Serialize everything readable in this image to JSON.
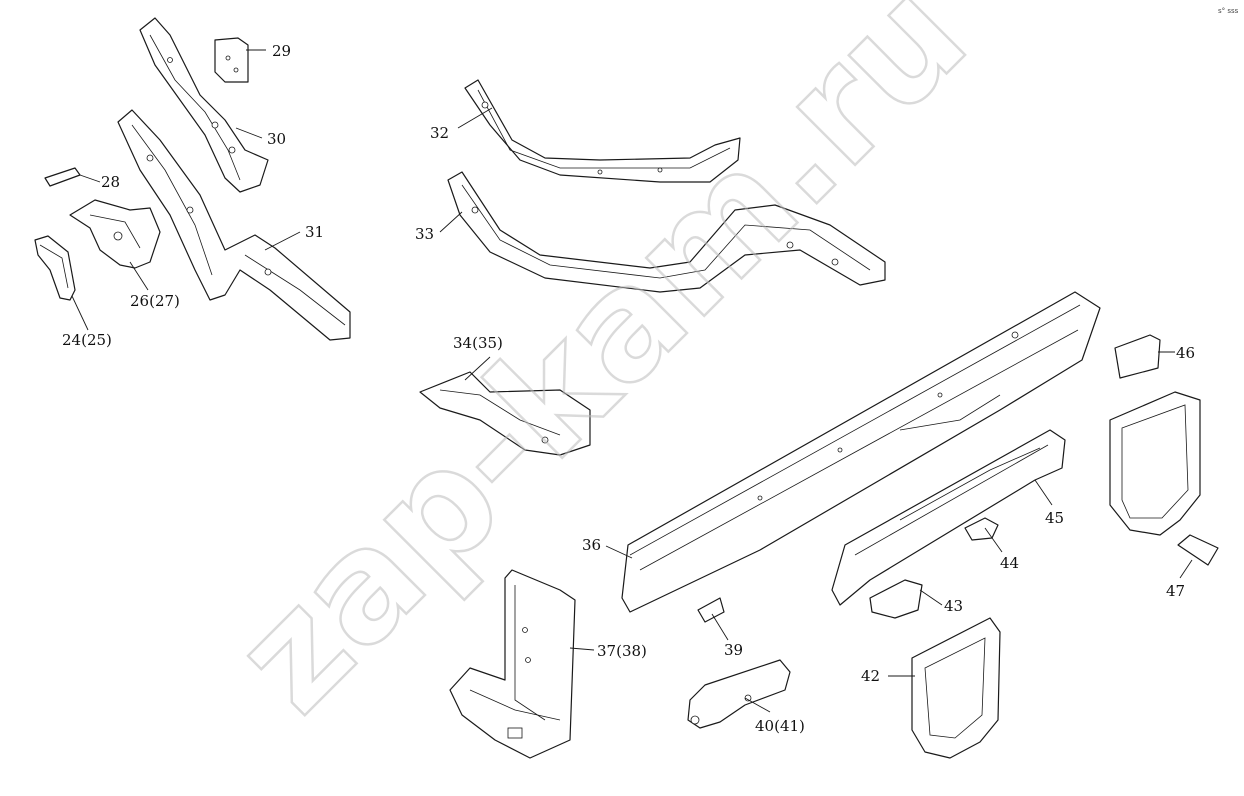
{
  "corner_mark": "s° sss",
  "watermark": "zap-kam.ru",
  "labels": {
    "p24": "24(25)",
    "p26": "26(27)",
    "p28": "28",
    "p29": "29",
    "p30": "30",
    "p31": "31",
    "p32": "32",
    "p33": "33",
    "p34": "34(35)",
    "p36": "36",
    "p37": "37(38)",
    "p39": "39",
    "p40": "40(41)",
    "p42": "42",
    "p43": "43",
    "p44": "44",
    "p45": "45",
    "p46": "46",
    "p47": "47"
  }
}
